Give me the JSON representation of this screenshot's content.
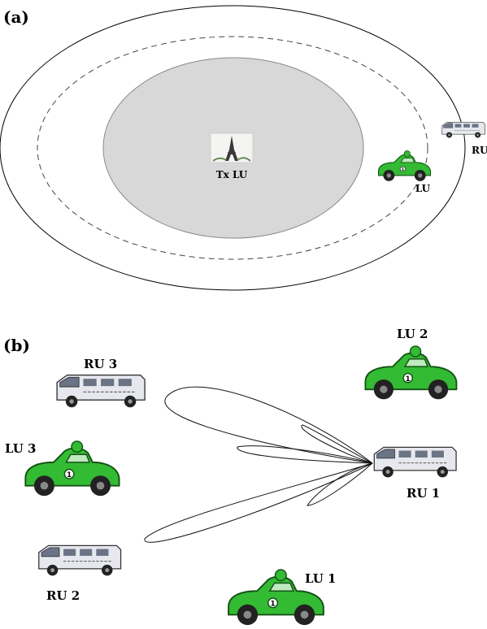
{
  "panel_a": {
    "label": "(a)",
    "tx_label": "Tx LU",
    "lu_label": "LU",
    "ru_label": "RU"
  },
  "panel_b": {
    "label": "(b)",
    "lu1": "LU 1",
    "lu2": "LU 2",
    "lu3": "LU 3",
    "ru1": "RU 1",
    "ru2": "RU 2",
    "ru3": "RU 3"
  },
  "colors": {
    "car_green": "#33bb33",
    "coverage_fill": "#d8d8d8",
    "van_body": "#e6e8ee"
  },
  "icons": [
    "eiffel-tower-icon",
    "race-car-icon",
    "van-icon"
  ]
}
